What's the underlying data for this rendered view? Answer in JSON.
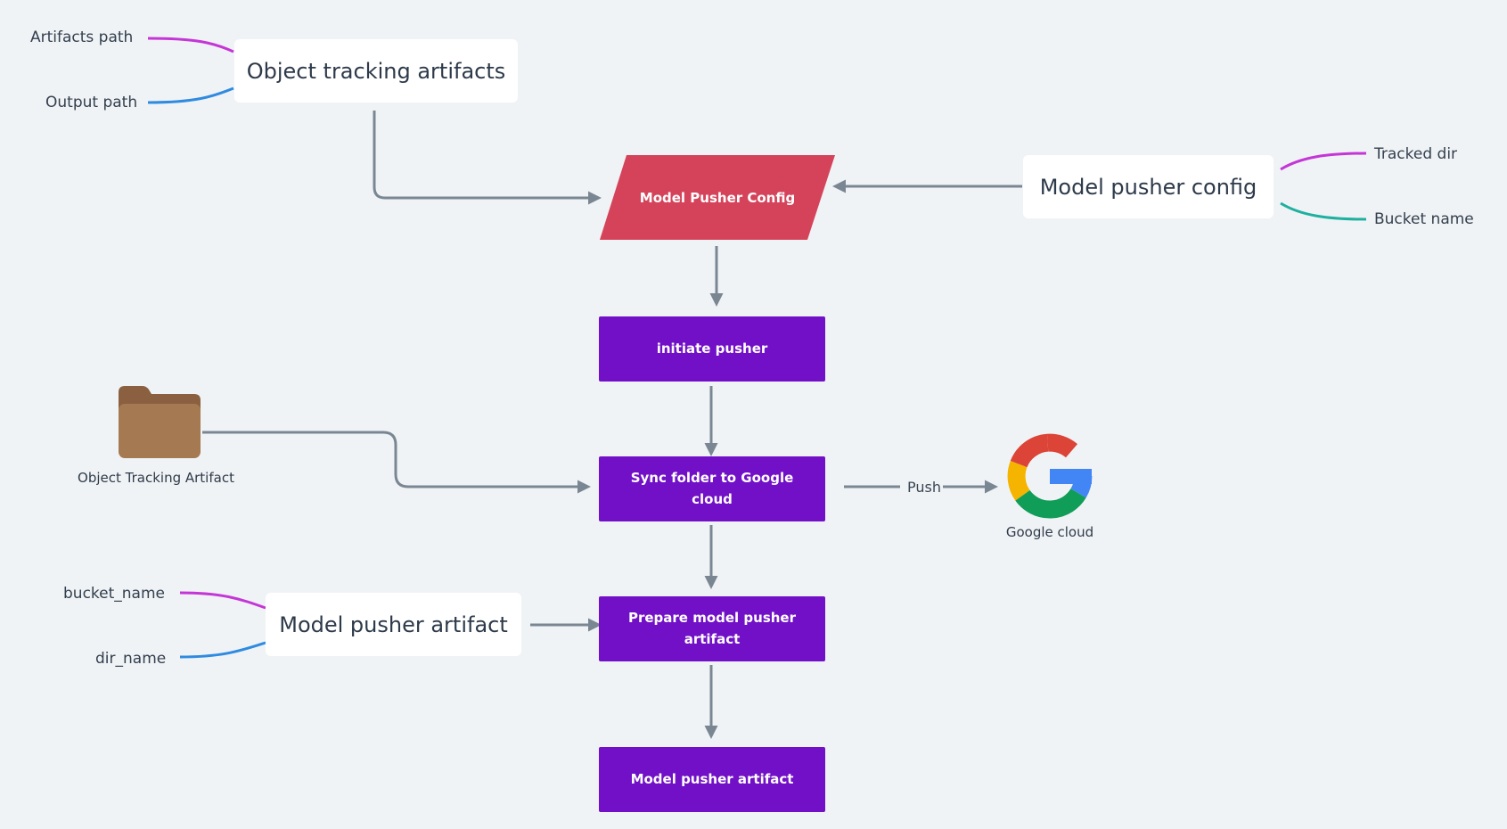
{
  "nodes": {
    "object_tracking_artifacts": "Object tracking artifacts",
    "model_pusher_config_card": "Model pusher config",
    "model_pusher_config_box": "Model Pusher Config",
    "initiate_pusher": "initiate pusher",
    "sync_folder": "Sync folder to Google cloud",
    "prepare_artifact": "Prepare model pusher artifact",
    "model_pusher_artifact_box": "Model pusher artifact",
    "model_pusher_artifact_card": "Model pusher artifact",
    "object_tracking_artifact_folder": "Object Tracking Artifact",
    "google_cloud": "Google cloud"
  },
  "leaves": {
    "artifacts_path": "Artifacts path",
    "output_path": "Output path",
    "tracked_dir": "Tracked dir",
    "bucket_name_cfg": "Bucket name",
    "bucket_name_art": "bucket_name",
    "dir_name": "dir_name"
  },
  "edges": {
    "push_label": "Push"
  },
  "icons": {
    "folder": "folder-icon",
    "google": "google-logo-icon"
  },
  "colors": {
    "background": "#f0f3f6",
    "process": "#7110c6",
    "config": "#d5435a",
    "connector": "#7a8793",
    "leaf_magenta": "#c436d6",
    "leaf_blue": "#2f8be0",
    "leaf_teal": "#1fb0a0"
  }
}
